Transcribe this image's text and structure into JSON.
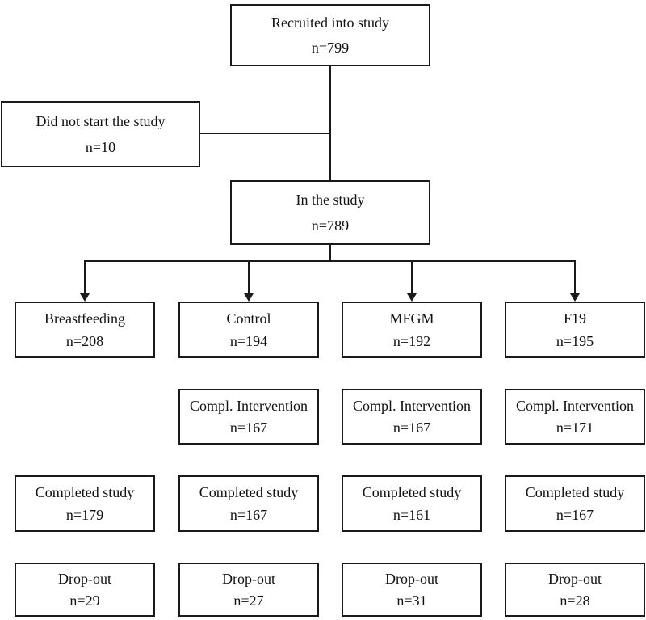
{
  "figure": {
    "background_color": "#ffffff",
    "line_color": "#1a1a1a"
  },
  "recruited": {
    "label": "Recruited into study",
    "count": "n=799"
  },
  "did_not_start": {
    "label": "Did not start the study",
    "count": "n=10"
  },
  "in_study": {
    "label": "In the study",
    "count": "n=789"
  },
  "columns": [
    {
      "group": {
        "label": "Breastfeeding",
        "count": "n=208"
      },
      "completed_study": {
        "label": "Completed study",
        "count": "n=179"
      },
      "drop_out": {
        "label": "Drop-out",
        "count": "n=29"
      }
    },
    {
      "group": {
        "label": "Control",
        "count": "n=194"
      },
      "compl_intervention": {
        "label": "Compl. Intervention",
        "count": "n=167"
      },
      "completed_study": {
        "label": "Completed study",
        "count": "n=167"
      },
      "drop_out": {
        "label": "Drop-out",
        "count": "n=27"
      }
    },
    {
      "group": {
        "label": "MFGM",
        "count": "n=192"
      },
      "compl_intervention": {
        "label": "Compl. Intervention",
        "count": "n=167"
      },
      "completed_study": {
        "label": "Completed study",
        "count": "n=161"
      },
      "drop_out": {
        "label": "Drop-out",
        "count": "n=31"
      }
    },
    {
      "group": {
        "label": "F19",
        "count": "n=195"
      },
      "compl_intervention": {
        "label": "Compl. Intervention",
        "count": "n=171"
      },
      "completed_study": {
        "label": "Completed study",
        "count": "n=167"
      },
      "drop_out": {
        "label": "Drop-out",
        "count": "n=28"
      }
    }
  ]
}
